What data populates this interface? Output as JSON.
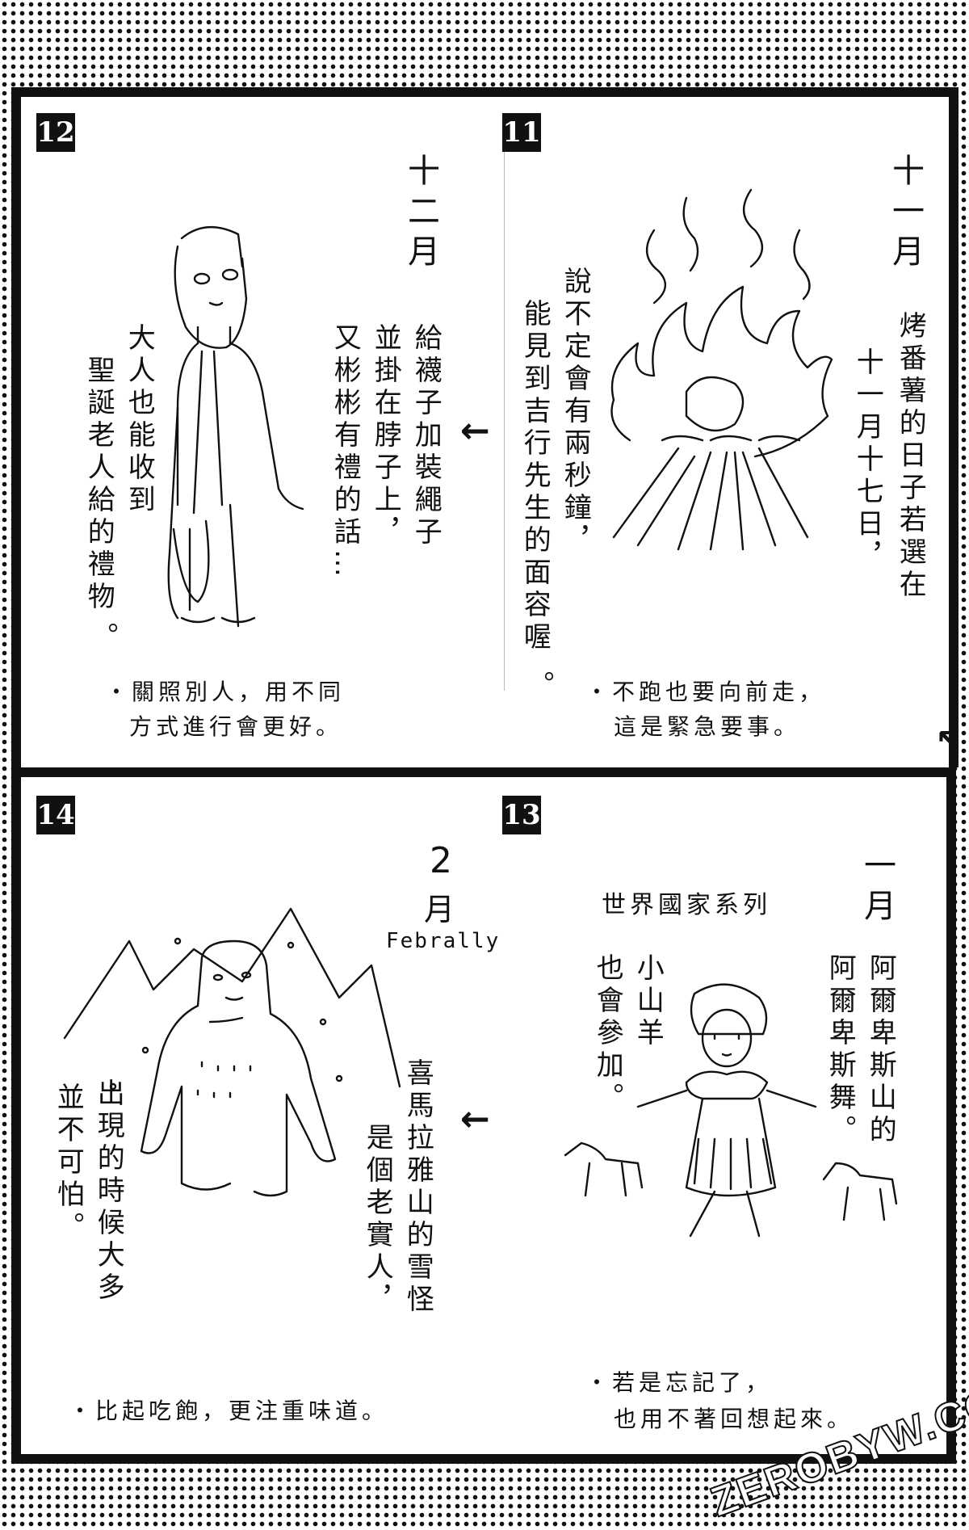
{
  "panels": {
    "p11": {
      "number": "11",
      "month": "十一月",
      "text_right": "烤番薯的日子若選在",
      "text_right2": "十一月十七日，",
      "text_mid": "說不定會有兩秒鐘，",
      "text_mid2": "能見到吉行先生的面容喔",
      "text_mid3": "。",
      "caption_line1": "・不跑也要向前走，",
      "caption_line2": "這是緊急要事。"
    },
    "p12": {
      "number": "12",
      "month": "十二月",
      "text_a": "給襪子加裝繩子",
      "text_b": "並掛在脖子上，",
      "text_c": "又彬彬有禮的話…",
      "text_d": "大人也能收到",
      "text_e": "聖誕老人給的禮物",
      "text_e2": "。",
      "caption_line1": "・關照別人，用不同",
      "caption_line2": "方式進行會更好。"
    },
    "p13": {
      "number": "13",
      "month": "一月",
      "header": "世界國家系列",
      "text_a": "阿爾卑斯山的",
      "text_b": "阿爾卑斯舞。",
      "text_c": "小山羊",
      "text_d": "也會參加。",
      "caption_line1": "・若是忘記了，",
      "caption_line2": "也用不著回想起來。"
    },
    "p14": {
      "number": "14",
      "month_num": "2",
      "month_char": "月",
      "month_en": "Febrally",
      "text_a": "喜馬拉雅山的雪怪",
      "text_b": "是個老實人，",
      "text_c": "出現的時候大多",
      "text_d": "並不可怕。",
      "caption_line1": "・比起吃飽，更注重味道。"
    },
    "arrows": {
      "left": "←",
      "corner": "↖"
    }
  },
  "watermark": "ZEROBYW.COM",
  "colors": {
    "ink": "#111111",
    "paper": "#ffffff"
  }
}
